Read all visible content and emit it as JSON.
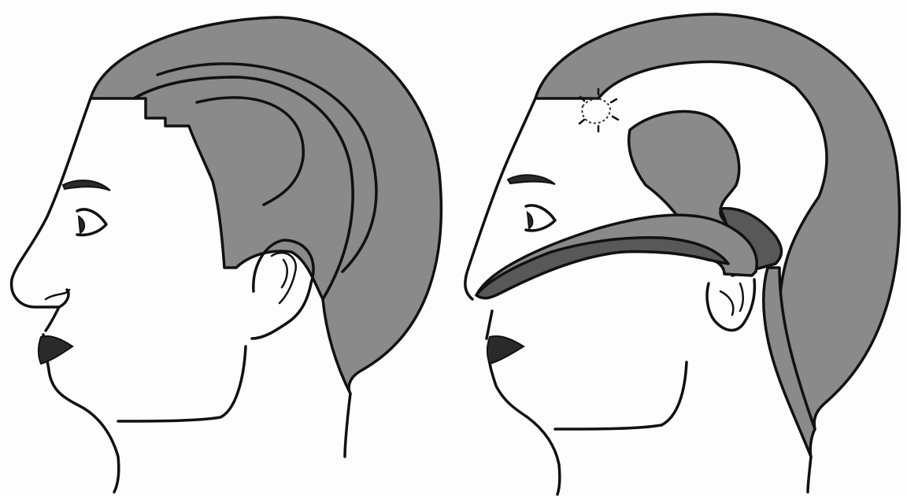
{
  "figure": {
    "panels": [
      {
        "id": "left",
        "view": "left-lateral",
        "state": "flap-outlined"
      },
      {
        "id": "right",
        "view": "left-lateral",
        "state": "flap-elevated-and-rotated"
      }
    ],
    "colors": {
      "background": "#fdfdfd",
      "outline": "#111111",
      "flap_shade": "#8a8a8a",
      "flap_shadow": "#585858",
      "lips": "#2a2a2a"
    }
  }
}
